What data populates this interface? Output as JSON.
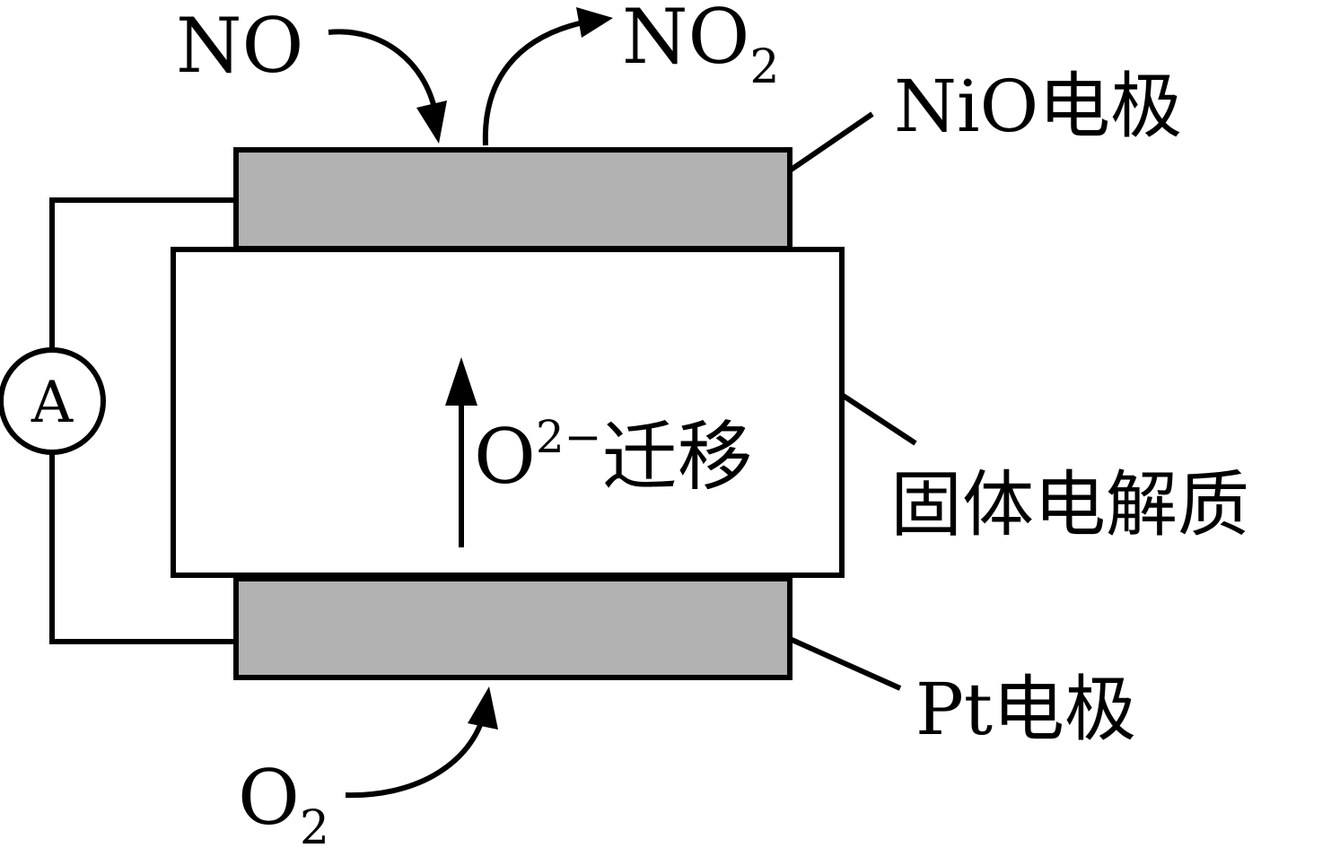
{
  "colors": {
    "electrode_fill": "#b2b2b2",
    "electrolyte_fill": "#ffffff",
    "line": "#000000",
    "text": "#000000"
  },
  "labels": {
    "no_in": "NO",
    "no2_out_main": "NO",
    "no2_out_sub": "2",
    "nio_electrode": "NiO电极",
    "ion_symbol": "O",
    "ion_charge": "2−",
    "ion_migration": "迁移",
    "solid_electrolyte": "固体电解质",
    "pt_electrode": "Pt电极",
    "o2_in_main": "O",
    "o2_in_sub": "2",
    "ammeter": "A"
  }
}
